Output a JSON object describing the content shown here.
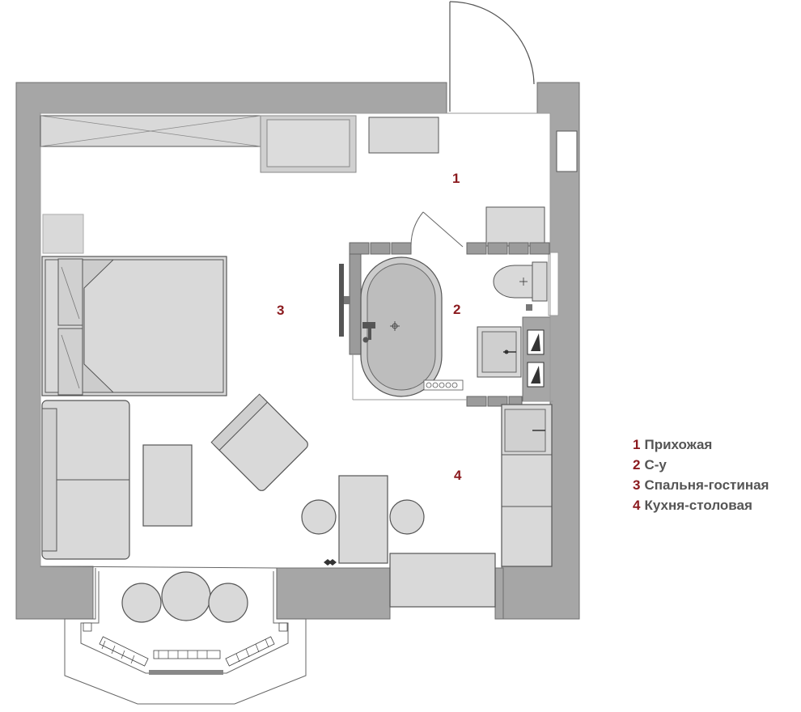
{
  "colors": {
    "wall": "#a6a6a6",
    "wall_stroke": "#6f6f6f",
    "furniture": "#d9d9d9",
    "furniture_stroke": "#555555",
    "tile": "#9b9b9b",
    "accent": "#8b1a1e",
    "legend_text": "#555555"
  },
  "rooms": [
    {
      "number": "1",
      "label": "Прихожая"
    },
    {
      "number": "2",
      "label": "С-у"
    },
    {
      "number": "3",
      "label": "Спальня-гостиная"
    },
    {
      "number": "4",
      "label": "Кухня-столовая"
    }
  ]
}
